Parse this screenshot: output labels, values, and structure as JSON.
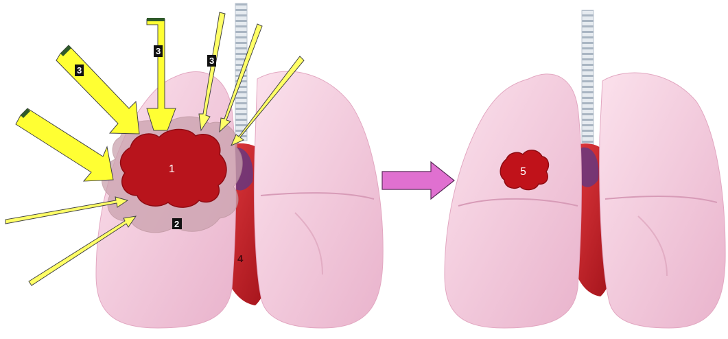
{
  "labels": {
    "tumor_main": "1",
    "margin": "2",
    "beam_a": "3",
    "beam_b": "3",
    "beam_c": "3",
    "heart": "4",
    "tumor_residual": "5"
  },
  "colors": {
    "lung_fill": "#f4c9dc",
    "lung_shade": "#e3a9c4",
    "heart_fill": "#c8282e",
    "heart_vessel": "#5a3a8a",
    "trachea": "#c9d2dc",
    "tumor": "#b8141c",
    "tumor_halo": "#c9a3ae",
    "beam_thick": "#ffff33",
    "beam_thin": "#ffff66",
    "beam_tail": "#2f5a2a",
    "transition_arrow": "#e070d0"
  },
  "icons": {
    "transition": "right-arrow-icon"
  }
}
